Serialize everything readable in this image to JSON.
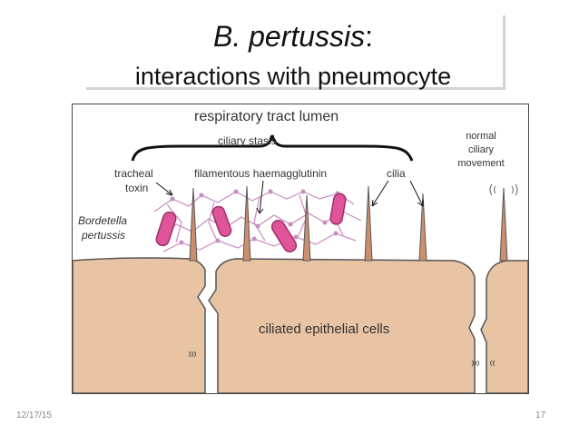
{
  "slide": {
    "title_italic": "B. pertussis",
    "title_colon": ":",
    "subtitle": "interactions with pneumocyte",
    "date": "12/17/15",
    "page_number": "17"
  },
  "diagram": {
    "labels": {
      "lumen": "respiratory tract lumen",
      "ciliary_stasis": "ciliary stasis",
      "tracheal_toxin_line1": "tracheal",
      "tracheal_toxin_line2": "toxin",
      "filamentous": "filamentous haemagglutinin",
      "cilia": "cilia",
      "normal_line1": "normal",
      "normal_line2": "ciliary",
      "normal_line3": "movement",
      "bordetella_line1": "Bordetella",
      "bordetella_line2": "pertussis",
      "epithelial": "ciliated epithelial cells"
    },
    "colors": {
      "cell_fill": "#e8c4a4",
      "cilia_fill": "#cc8f6e",
      "bacteria_fill": "#e0559a",
      "bacteria_stroke": "#9b2f6a",
      "fiber": "#c88cc0"
    }
  }
}
